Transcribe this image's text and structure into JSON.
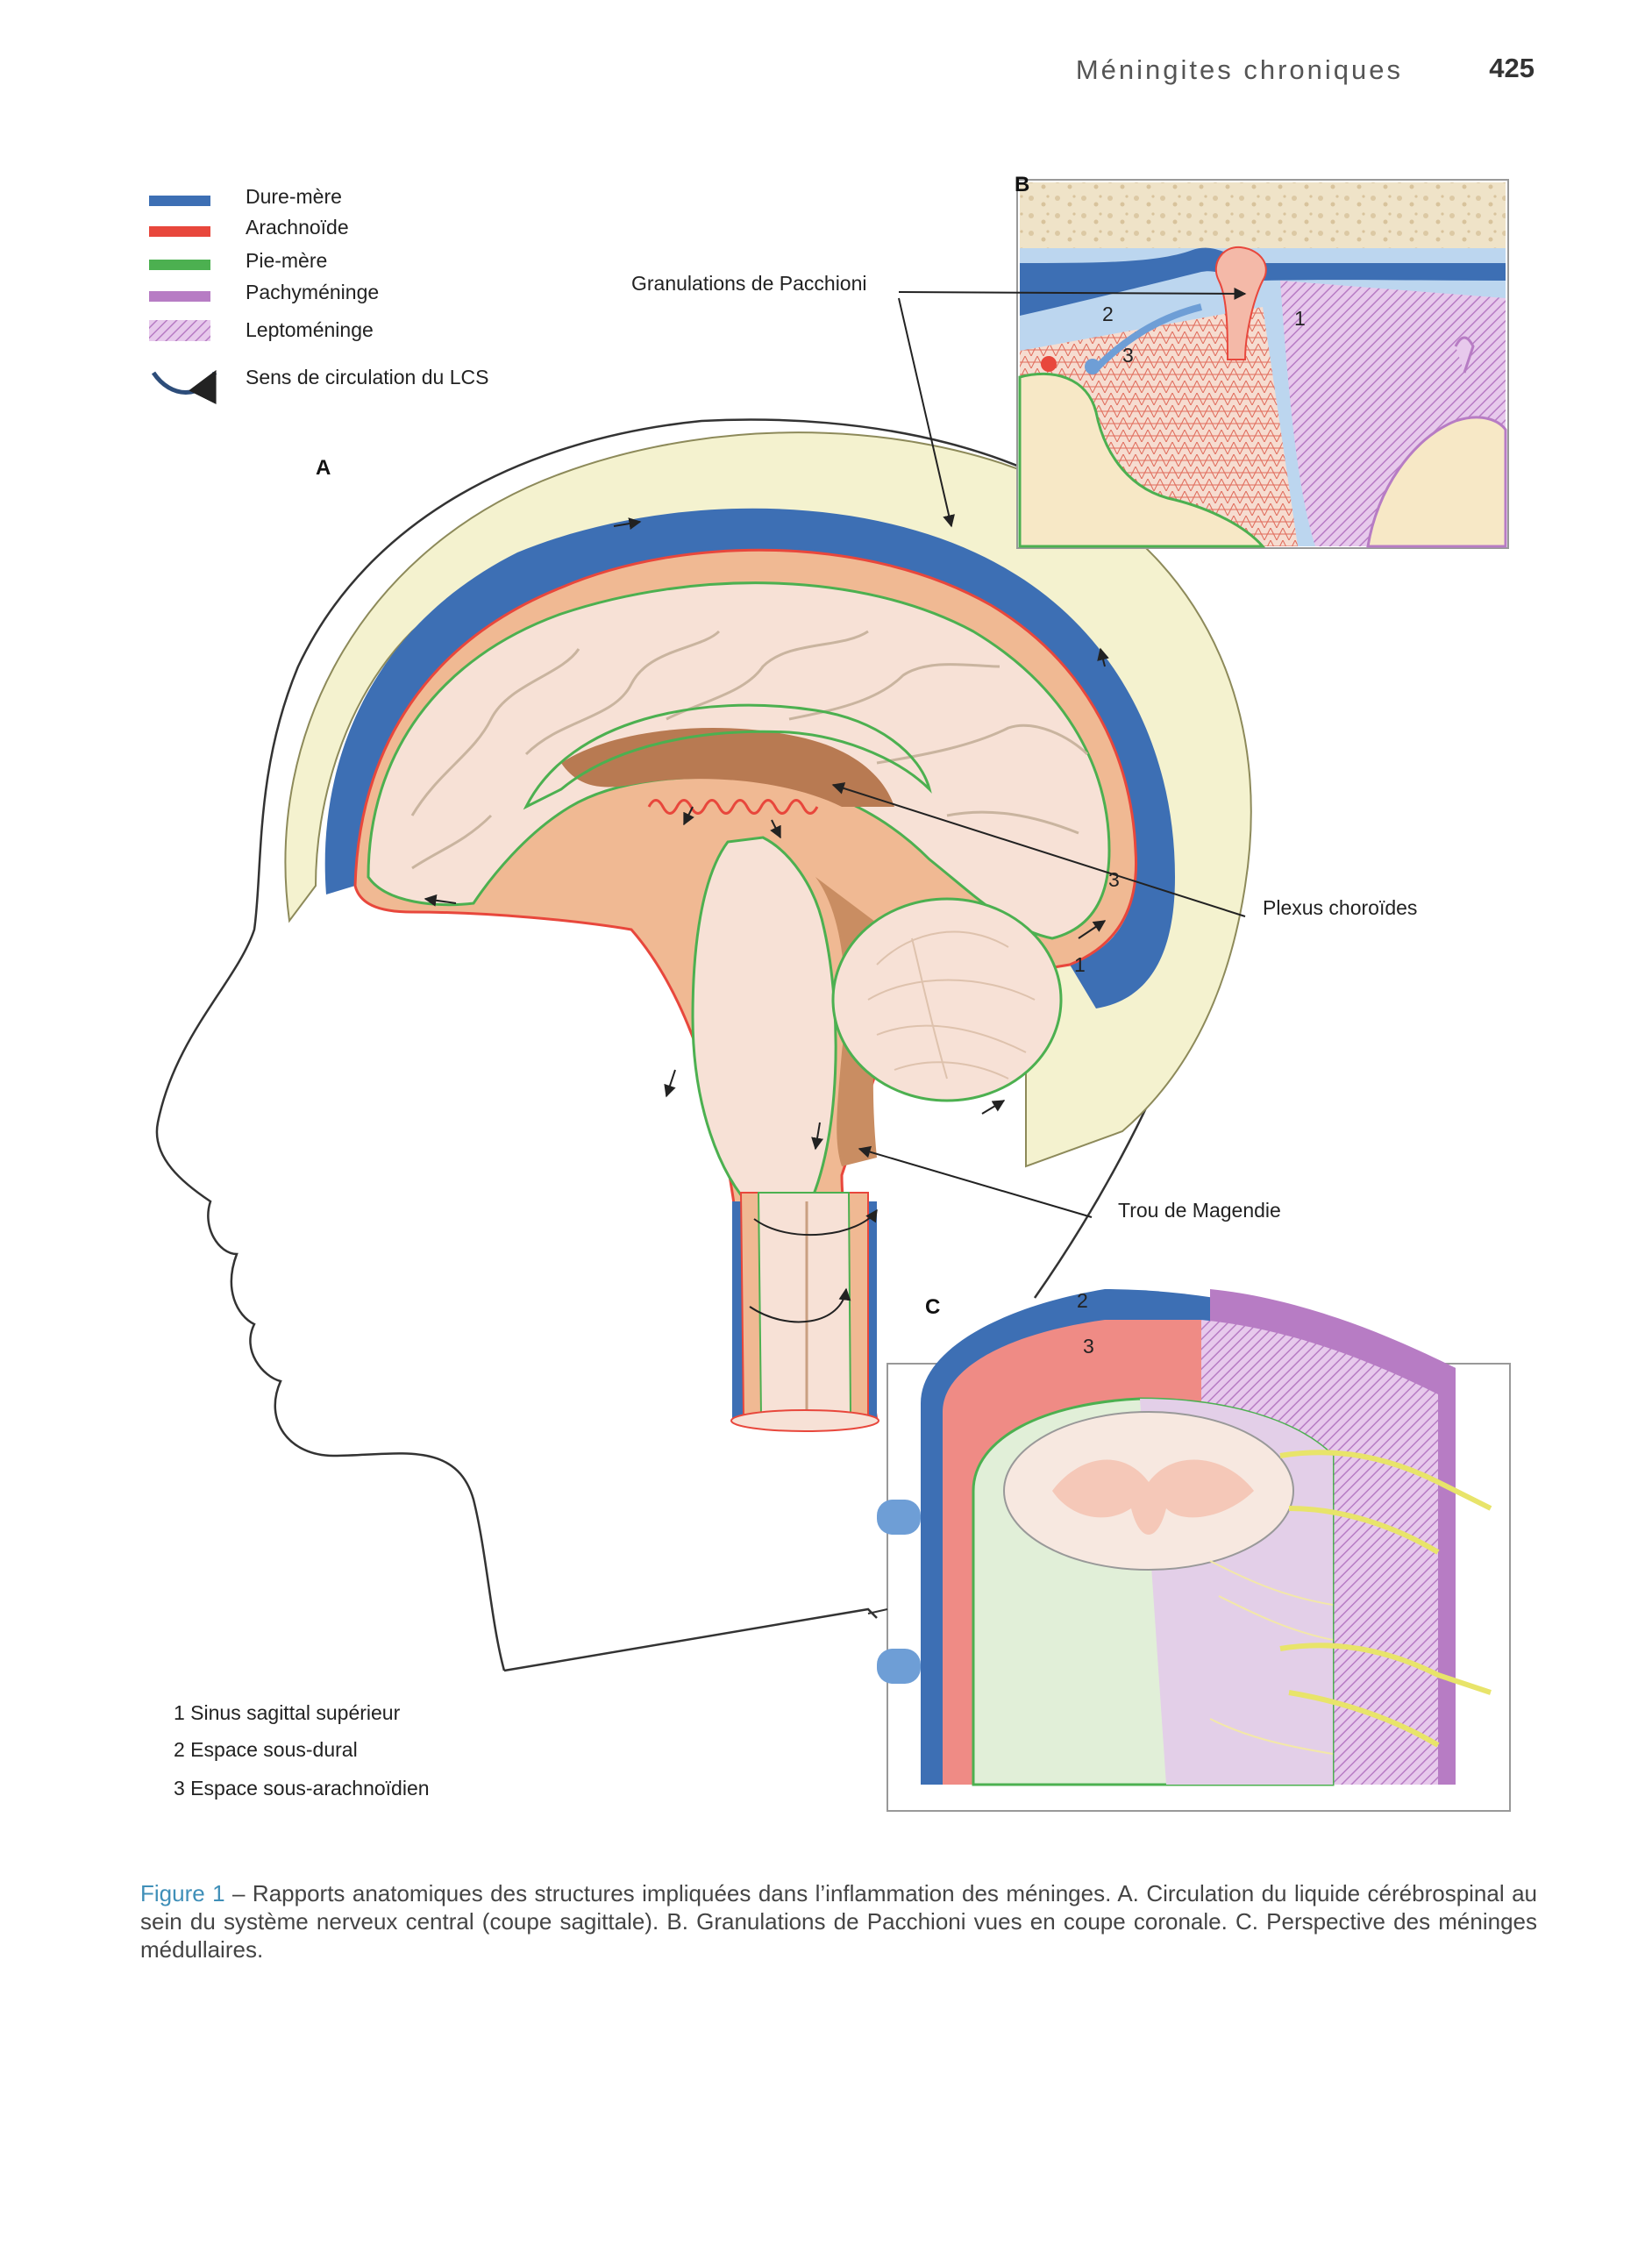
{
  "header": {
    "running_title": "Méningites chroniques",
    "page_number": "425"
  },
  "legend": {
    "items": [
      {
        "label": "Dure-mère",
        "color": "#3d6fb4"
      },
      {
        "label": "Arachnoïde",
        "color": "#e8473c"
      },
      {
        "label": "Pie-mère",
        "color": "#4cb050"
      },
      {
        "label": "Pachyméninge",
        "color": "#b77cc4"
      },
      {
        "label": "Leptoméninge",
        "color": "#b77cc4"
      },
      {
        "label": "Sens de circulation du LCS",
        "color": "#2d4d7a"
      }
    ]
  },
  "panels": {
    "a": "A",
    "b": "B",
    "c": "C"
  },
  "callouts": {
    "pacchioni": "Granulations de Pacchioni",
    "plexus": "Plexus choroïdes",
    "magendie": "Trou de Magendie"
  },
  "markers": {
    "one": "1",
    "two": "2",
    "three": "3"
  },
  "numbered_list": [
    "1 Sinus sagittal supérieur",
    "2 Espace sous-dural",
    "3 Espace sous-arachnoïdien"
  ],
  "caption": {
    "label": "Figure 1",
    "text": " – Rapports anatomiques des structures impliquées dans l’inflammation des méninges. A. Circulation du liquide cérébrospinal au sein du système nerveux central (coupe sagittale). B. Granulations de Pacchioni vues en coupe coronale. C. Perspective des méninges médullaires."
  }
}
